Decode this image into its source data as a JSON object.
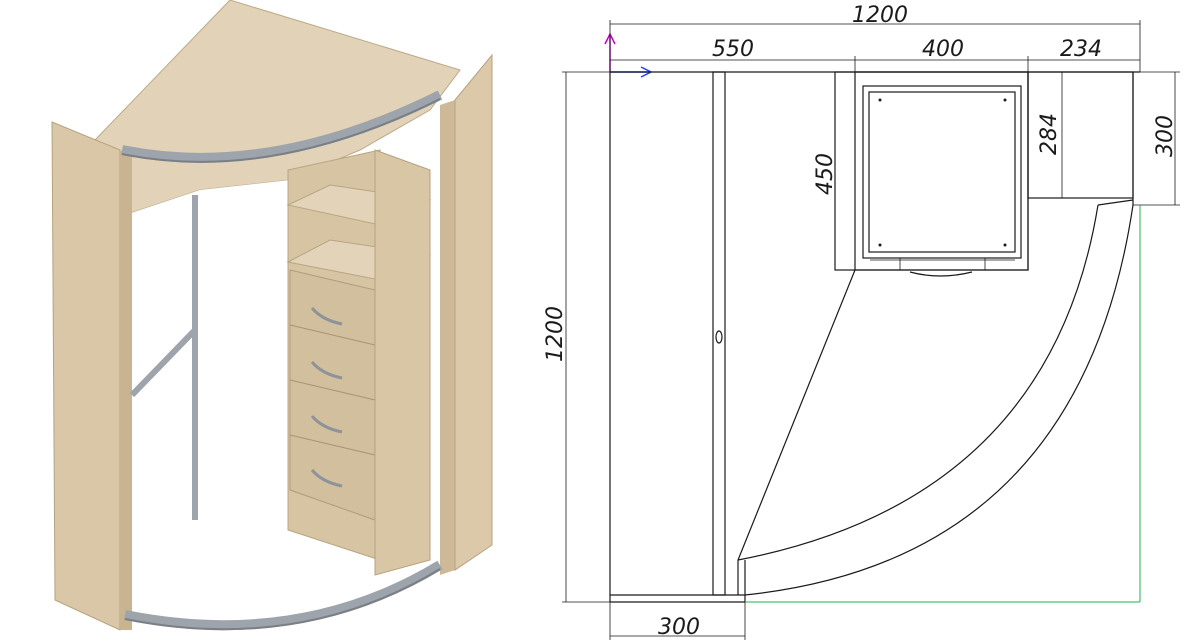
{
  "dimensions": {
    "overall_width": "1200",
    "section_left": "550",
    "section_middle": "400",
    "section_right": "234",
    "overall_height": "1200",
    "drawer_unit_depth": "450",
    "right_shelf_depth": "284",
    "right_outer_depth": "300",
    "bottom_depth": "300"
  },
  "colors": {
    "wood_light": "#dccbb0",
    "wood_mid": "#cbb897",
    "wood_dark": "#b9a583",
    "metal": "#9ea4ab",
    "metal_dark": "#7a7f86",
    "line": "#1a1a1a",
    "axis_magenta": "#c000c0",
    "axis_blue": "#2040ff",
    "guide_green": "#22b14c"
  },
  "icons": {
    "axis_indicator": "xy-axis-icon"
  }
}
